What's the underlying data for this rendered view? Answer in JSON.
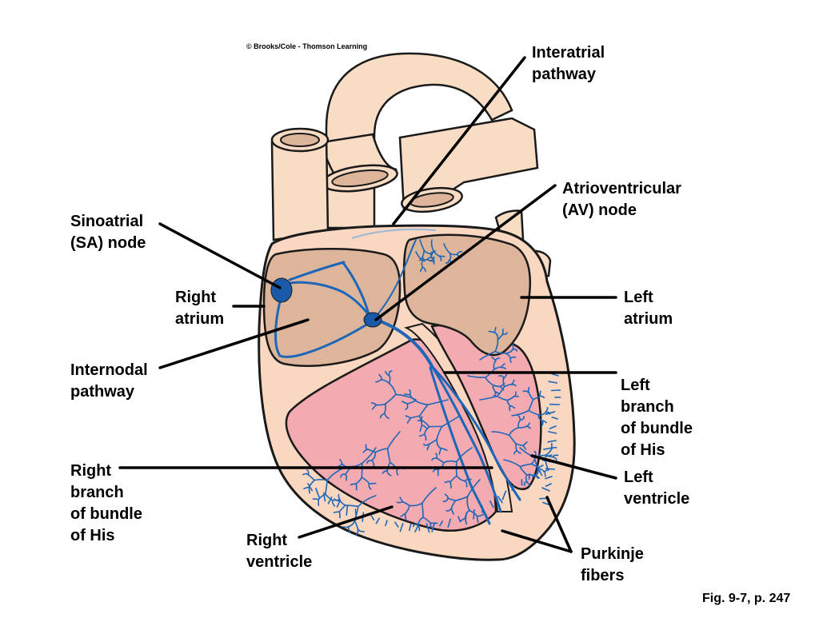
{
  "copyright": "© Brooks/Cole - Thomson Learning",
  "figure_ref": "Fig. 9-7, p. 247",
  "labels": {
    "interatrial_pathway": "Interatrial\npathway",
    "av_node": "Atrioventricular\n(AV) node",
    "sa_node": "Sinoatrial\n(SA) node",
    "right_atrium": "Right\natrium",
    "left_atrium": "Left\natrium",
    "internodal_pathway": "Internodal\npathway",
    "left_branch": "Left\nbranch\nof bundle\nof His",
    "right_branch": "Right\nbranch\nof bundle\nof His",
    "left_ventricle": "Left\nventricle",
    "right_ventricle": "Right\nventricle",
    "purkinje_fibers": "Purkinje\nfibers"
  },
  "colors": {
    "outline": "#1a1a1a",
    "heart_wall": "#f9d7c0",
    "vessel": "#f9dcc4",
    "atrium_chamber": "#dcb59a",
    "ventricle_chamber": "#f3aab0",
    "ventricle_wall": "#fbd3c5",
    "conduction": "#1d66b8",
    "conduction_node": "#1a5aa8"
  }
}
